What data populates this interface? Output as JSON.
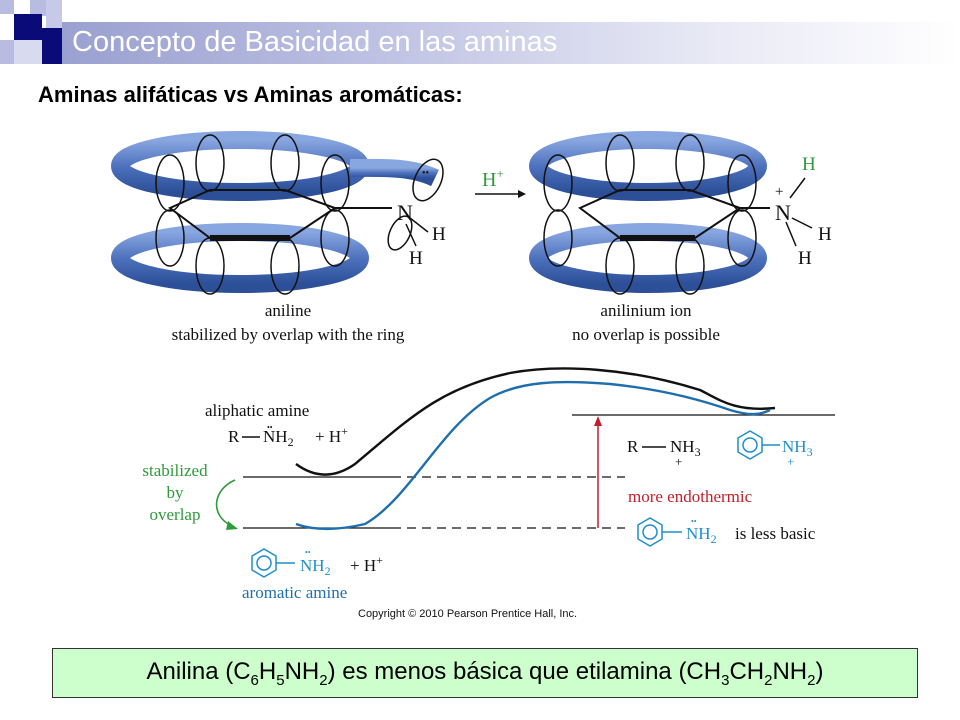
{
  "slide": {
    "title": "Concepto de Basicidad en las aminas",
    "subtitle": "Aminas alifáticas vs Aminas aromáticas:",
    "caption": {
      "p1": "Anilina (C",
      "s1": "6",
      "p2": "H",
      "s2": "5",
      "p3": "NH",
      "s3": "2",
      "p4": ") es menos básica que etilamina (CH",
      "s4": "3",
      "p5": "CH",
      "s5": "2",
      "p6": "NH",
      "s6": "2",
      "p7": ")"
    }
  },
  "figure": {
    "top": {
      "reagent": "H",
      "reagent_sup": "+",
      "left_caption_1": "aniline",
      "left_caption_2": "stabilized by overlap with the ring",
      "right_caption_1": "anilinium ion",
      "right_caption_2": "no overlap is possible",
      "atom_n": "N",
      "atom_h": "H",
      "lone_pair": "••",
      "plus": "+"
    },
    "diagram": {
      "aliphatic_label": "aliphatic amine",
      "aliphatic_formula_r": "R",
      "aliphatic_formula_nh": "NH",
      "aliphatic_formula_sub": "2",
      "plus_h": "+ H",
      "plus_h_sup": "+",
      "stabilized_1": "stabilized",
      "stabilized_2": "by",
      "stabilized_3": "overlap",
      "product_r": "R",
      "product_nh": "NH",
      "product_sub": "3",
      "product_aromatic_nh": "NH",
      "product_aromatic_sub": "3",
      "charge": "+",
      "more_endothermic": "more endothermic",
      "less_basic_nh": "NH",
      "less_basic_sub": "2",
      "less_basic_text": "is less basic",
      "aromatic_nh": "NH",
      "aromatic_sub": "2",
      "aromatic_label": "aromatic amine",
      "copyright": "Copyright © 2010 Pearson Prentice Hall, Inc."
    }
  },
  "colors": {
    "navy": "#0a0a78",
    "lavender": "#b8bce0",
    "blue_orbital": "#5b7fc8",
    "green": "#2e9a3a",
    "red": "#c0202c",
    "curve_blue": "#1f6fae",
    "caption_bg": "#ccffcc"
  }
}
